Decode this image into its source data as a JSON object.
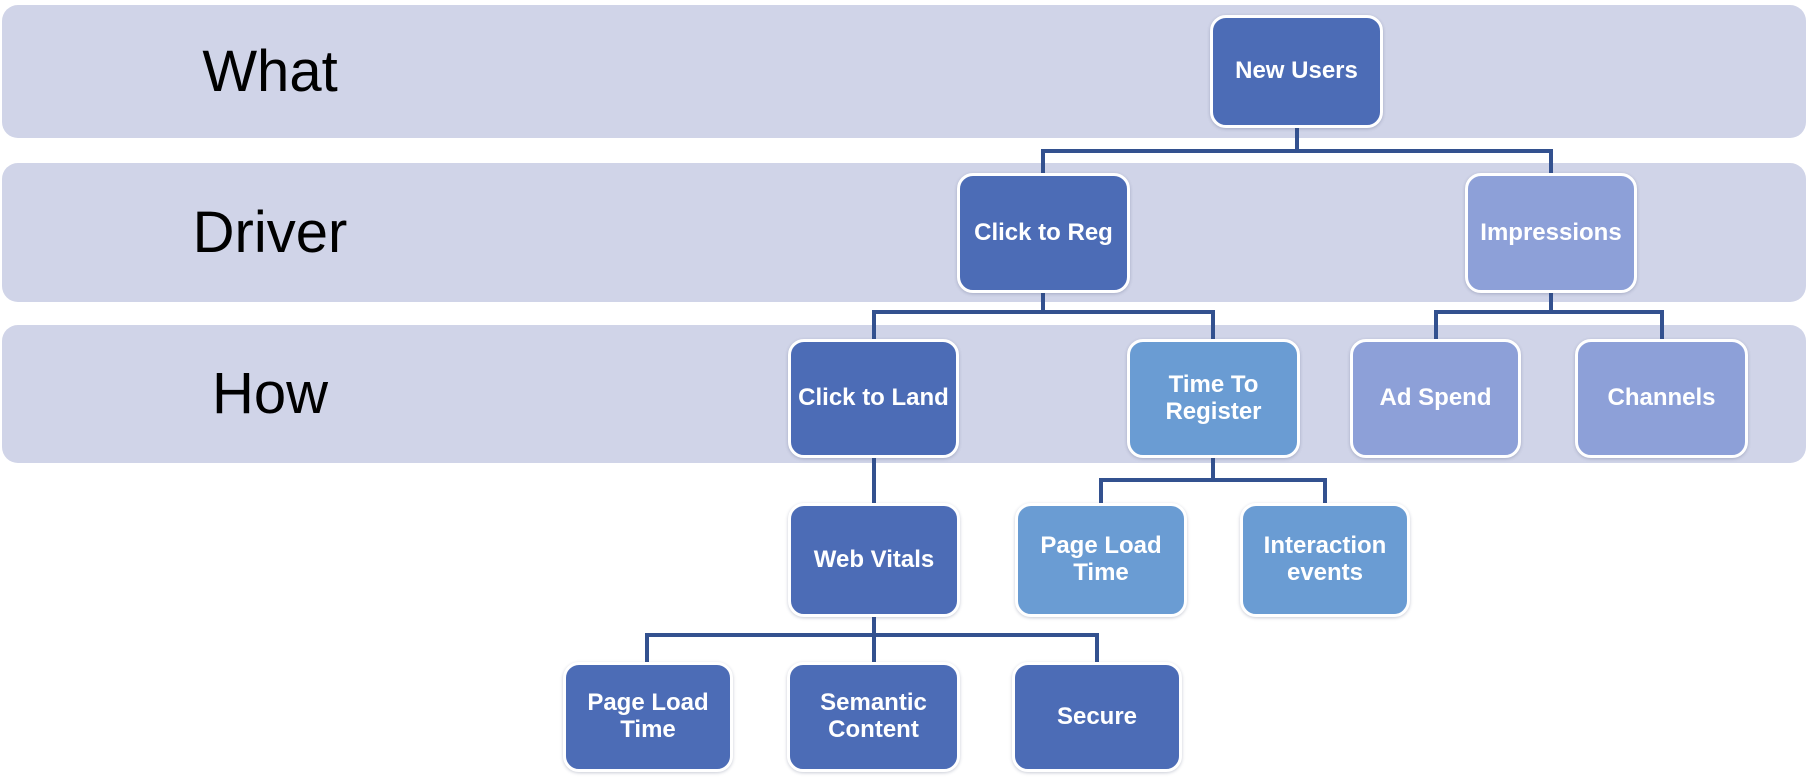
{
  "rows": [
    {
      "label": "What"
    },
    {
      "label": "Driver"
    },
    {
      "label": "How"
    }
  ],
  "palette": {
    "dark_node": "#4c6cb6",
    "medium_node": "#6a9cd3",
    "light_node": "#8da0d8",
    "band_bg": "#d0d4e8",
    "connector": "#33518f",
    "label_text": "#000000",
    "node_text": "#ffffff"
  },
  "nodes": [
    {
      "id": "new-users",
      "label": "New Users",
      "tone": "dark"
    },
    {
      "id": "click-to-reg",
      "label": "Click to Reg",
      "tone": "dark"
    },
    {
      "id": "impressions",
      "label": "Impressions",
      "tone": "light"
    },
    {
      "id": "click-to-land",
      "label": "Click to Land",
      "tone": "dark"
    },
    {
      "id": "time-to-register",
      "label": "Time To\nRegister",
      "tone": "medium"
    },
    {
      "id": "ad-spend",
      "label": "Ad Spend",
      "tone": "light"
    },
    {
      "id": "channels",
      "label": "Channels",
      "tone": "light"
    },
    {
      "id": "web-vitals",
      "label": "Web Vitals",
      "tone": "dark"
    },
    {
      "id": "page-load-time-register",
      "label": "Page Load\nTime",
      "tone": "medium"
    },
    {
      "id": "interaction-events",
      "label": "Interaction\nevents",
      "tone": "medium"
    },
    {
      "id": "page-load-time-vitals",
      "label": "Page Load\nTime",
      "tone": "dark"
    },
    {
      "id": "semantic-content",
      "label": "Semantic\nContent",
      "tone": "dark"
    },
    {
      "id": "secure",
      "label": "Secure",
      "tone": "dark"
    }
  ],
  "edges": [
    {
      "from": "new-users",
      "to": "click-to-reg"
    },
    {
      "from": "new-users",
      "to": "impressions"
    },
    {
      "from": "click-to-reg",
      "to": "click-to-land"
    },
    {
      "from": "click-to-reg",
      "to": "time-to-register"
    },
    {
      "from": "impressions",
      "to": "ad-spend"
    },
    {
      "from": "impressions",
      "to": "channels"
    },
    {
      "from": "click-to-land",
      "to": "web-vitals"
    },
    {
      "from": "time-to-register",
      "to": "page-load-time-register"
    },
    {
      "from": "time-to-register",
      "to": "interaction-events"
    },
    {
      "from": "web-vitals",
      "to": "page-load-time-vitals"
    },
    {
      "from": "web-vitals",
      "to": "semantic-content"
    },
    {
      "from": "web-vitals",
      "to": "secure"
    }
  ]
}
